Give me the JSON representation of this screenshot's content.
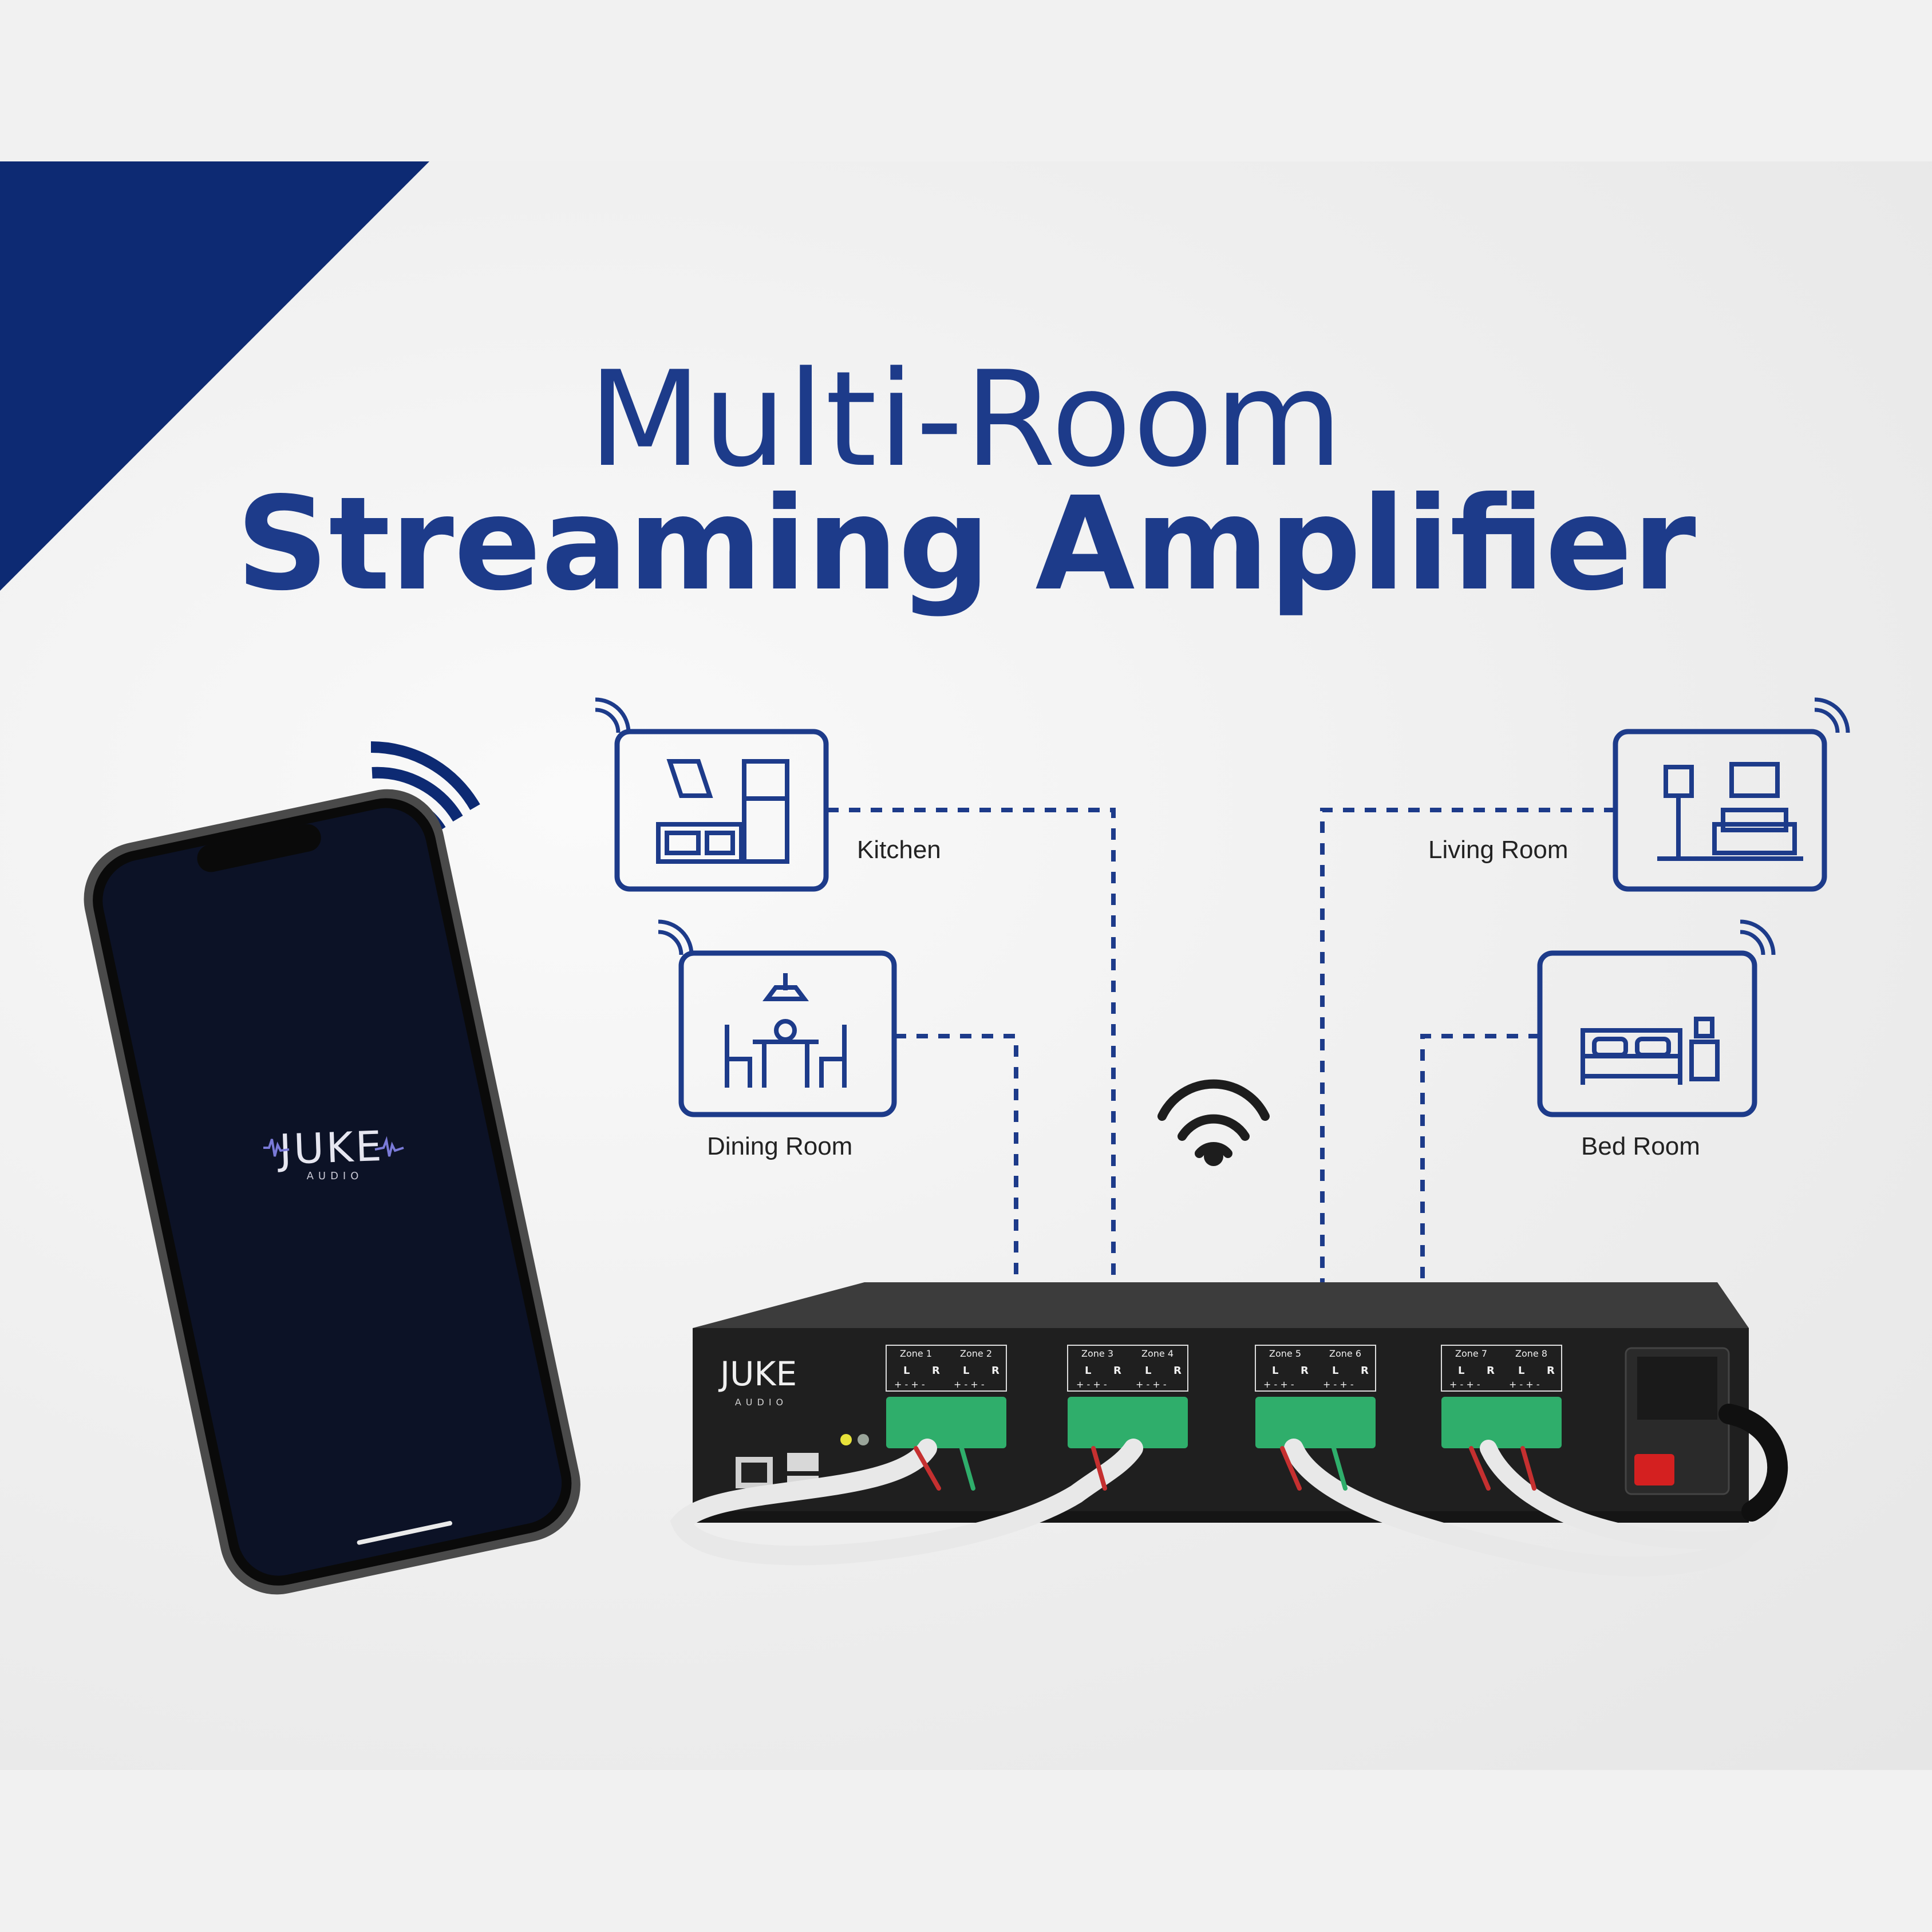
{
  "title": {
    "line1": "Multi-Room",
    "line2": "Streaming Amplifier"
  },
  "rooms": {
    "kitchen": "Kitchen",
    "living_room": "Living Room",
    "dining_room": "Dining Room",
    "bed_room": "Bed Room"
  },
  "phone": {
    "logo_main": "JUKE",
    "logo_sub": "AUDIO"
  },
  "amplifier": {
    "logo_main": "JUKE",
    "logo_sub": "AUDIO",
    "zones": [
      "Zone 1",
      "Zone 2",
      "Zone 3",
      "Zone 4",
      "Zone 5",
      "Zone 6",
      "Zone 7",
      "Zone 8"
    ],
    "channel_left": "L",
    "channel_right": "R",
    "polarity": "+ - + -"
  },
  "colors": {
    "brand_navy": "#0d2a73",
    "title_blue": "#1d3b8a",
    "connector_green": "#2fae6b",
    "power_red": "#d42020"
  },
  "icons": [
    "wifi-icon",
    "kitchen-icon",
    "living-room-icon",
    "dining-room-icon",
    "bed-room-icon"
  ]
}
